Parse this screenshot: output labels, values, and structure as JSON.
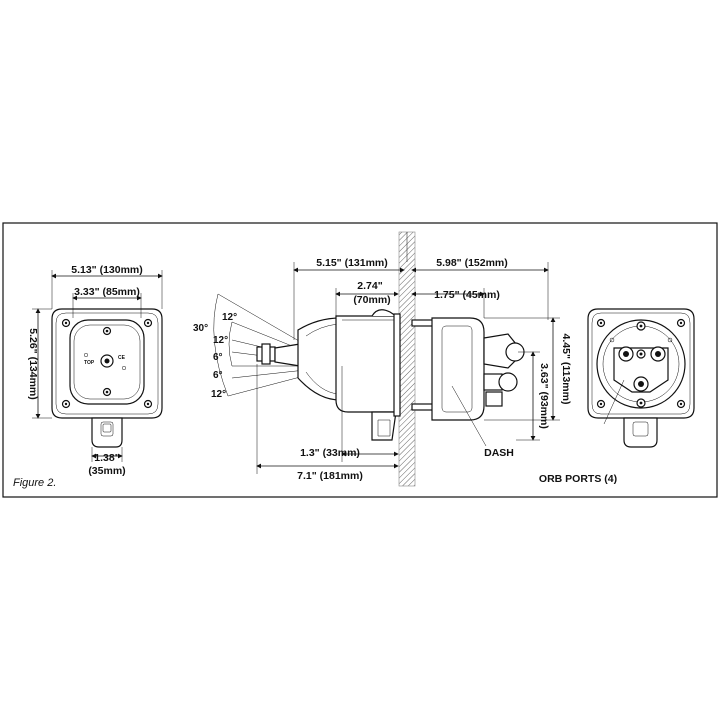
{
  "figure": {
    "caption": "Figure 2.",
    "front_view": {
      "overall_width": "5.13\" (130mm)",
      "flange_width": "3.33\" (85mm)",
      "overall_height": "5.26\" (134mm)",
      "port_width": "1.38\"",
      "port_width_mm": "(35mm)",
      "top_mark": "TOP",
      "ce_mark": "CE"
    },
    "side_view": {
      "front_length": "5.15\" (131mm)",
      "flange_depth_in": "2.74\"",
      "flange_depth_mm": "(70mm)",
      "rear_length": "5.98\" (152mm)",
      "rear_depth": "1.75\" (45mm)",
      "shaft_offset": "1.3\" (33mm)",
      "total_length": "7.1\" (181mm)",
      "rear_height": "4.45\" (113mm)",
      "port_spacing": "3.63\" (93mm)",
      "dash_label": "DASH",
      "angles": {
        "up_30": "30°",
        "up_12_outer": "12°",
        "up_12_inner": "12°",
        "up_6": "6°",
        "down_6": "6°",
        "down_12": "12°"
      }
    },
    "rear_view": {
      "ports_label": "ORB PORTS (4)"
    }
  }
}
